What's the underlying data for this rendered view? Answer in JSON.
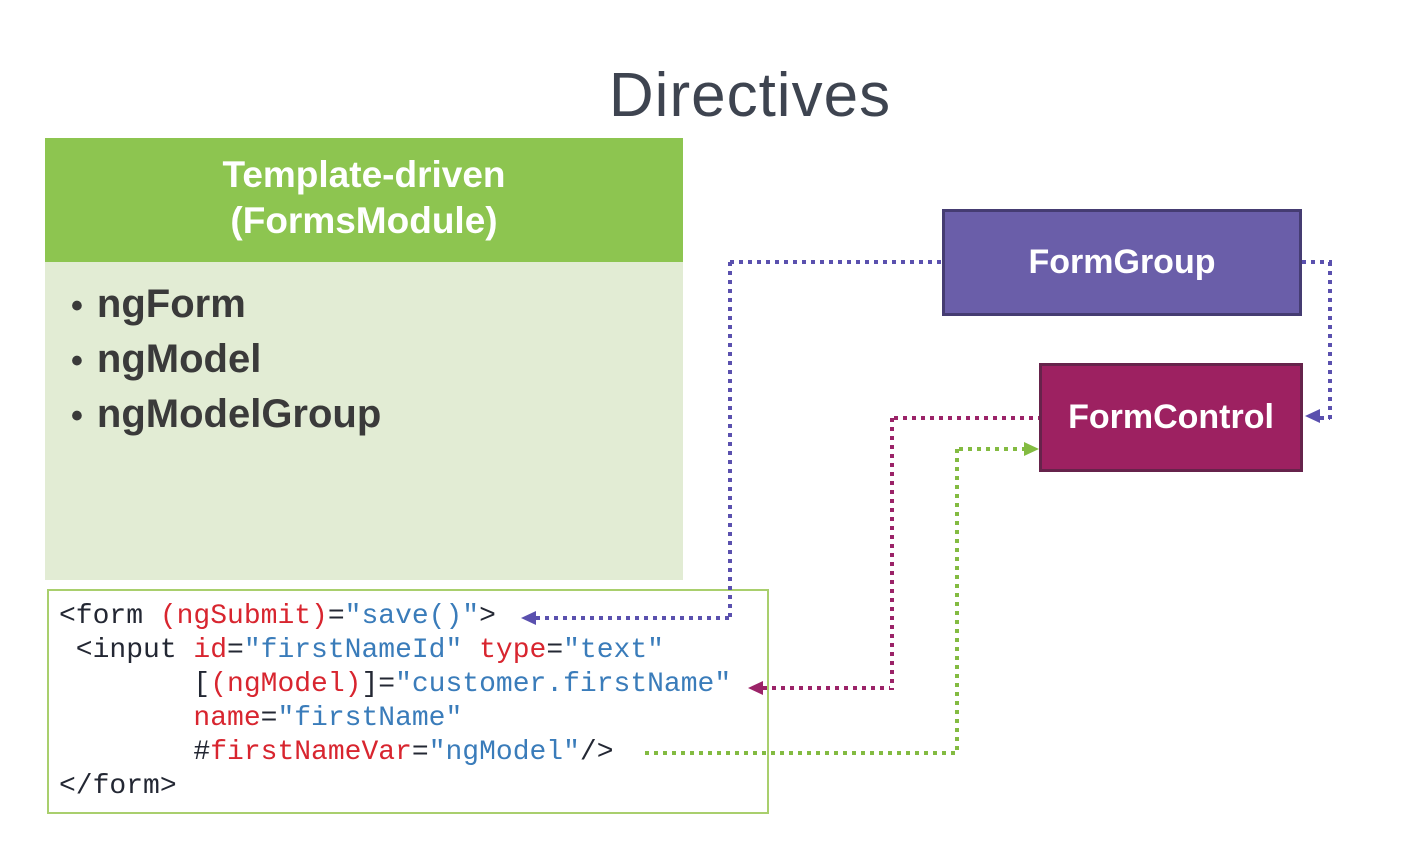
{
  "slide_title": "Directives",
  "colors": {
    "title-text": "#3e4450",
    "panel-header-bg": "#8dc550",
    "panel-body-bg": "#e2ecd4",
    "panel-header-text": "#ffffff",
    "bullet-text": "#3a3a3a",
    "code-border": "#a9cf6d",
    "code-dark": "#232733",
    "code-red": "#d8252f",
    "code-blue": "#3a7cba",
    "formgroup-bg": "#6a5ea9",
    "formgroup-border": "#453c72",
    "formcontrol-bg": "#9d2161",
    "formcontrol-border": "#66234b",
    "node-text": "#ffffff",
    "arrow-purple": "#5a50ae",
    "arrow-magenta": "#9b2368",
    "arrow-green": "#83bb41"
  },
  "template_driven_panel": {
    "header_line1": "Template-driven",
    "header_line2": "(FormsModule)",
    "items": [
      "ngForm",
      "ngModel",
      "ngModelGroup"
    ]
  },
  "nodes": {
    "form_group": "FormGroup",
    "form_control": "FormControl"
  },
  "code": {
    "lines": [
      [
        {
          "t": "<form ",
          "c": "d"
        },
        {
          "t": "(ngSubmit)",
          "c": "r"
        },
        {
          "t": "=",
          "c": "d"
        },
        {
          "t": "\"save()\"",
          "c": "b"
        },
        {
          "t": ">",
          "c": "d"
        }
      ],
      [
        {
          "t": " <input ",
          "c": "d"
        },
        {
          "t": "id",
          "c": "r"
        },
        {
          "t": "=",
          "c": "d"
        },
        {
          "t": "\"firstNameId\"",
          "c": "b"
        },
        {
          "t": " ",
          "c": "d"
        },
        {
          "t": "type",
          "c": "r"
        },
        {
          "t": "=",
          "c": "d"
        },
        {
          "t": "\"text\"",
          "c": "b"
        }
      ],
      [
        {
          "t": "        [",
          "c": "d"
        },
        {
          "t": "(ngModel)",
          "c": "r"
        },
        {
          "t": "]=",
          "c": "d"
        },
        {
          "t": "\"customer.firstName\"",
          "c": "b"
        }
      ],
      [
        {
          "t": "        ",
          "c": "d"
        },
        {
          "t": "name",
          "c": "r"
        },
        {
          "t": "=",
          "c": "d"
        },
        {
          "t": "\"firstName\"",
          "c": "b"
        }
      ],
      [
        {
          "t": "        #",
          "c": "d"
        },
        {
          "t": "firstNameVar",
          "c": "r"
        },
        {
          "t": "=",
          "c": "d"
        },
        {
          "t": "\"ngModel\"",
          "c": "b"
        },
        {
          "t": "/>",
          "c": "d"
        }
      ],
      [
        {
          "t": "</form>",
          "c": "d"
        }
      ]
    ]
  }
}
